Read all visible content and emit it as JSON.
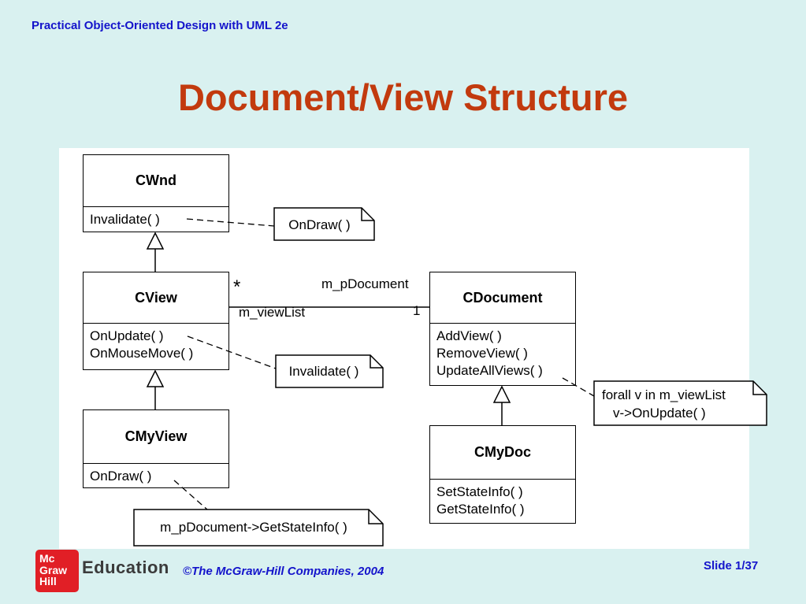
{
  "slide": {
    "header": "Practical Object-Oriented Design with UML 2e",
    "title": "Document/View Structure"
  },
  "diagram": {
    "classes": [
      {
        "name": "CWnd",
        "members": [
          "Invalidate( )"
        ]
      },
      {
        "name": "CView",
        "members": [
          "OnUpdate( )",
          "OnMouseMove( )"
        ]
      },
      {
        "name": "CDocument",
        "members": [
          "AddView( )",
          "RemoveView( )",
          "UpdateAllViews( )"
        ]
      },
      {
        "name": "CMyView",
        "members": [
          "OnDraw( )"
        ]
      },
      {
        "name": "CMyDoc",
        "members": [
          "SetStateInfo( )",
          "GetStateInfo( )"
        ]
      }
    ],
    "notes": {
      "ondraw": "OnDraw( )",
      "invalidate": "Invalidate( )",
      "forall_line1": "forall v in m_viewList",
      "forall_line2": "v->OnUpdate( )",
      "getstateinfo": "m_pDocument->GetStateInfo( )"
    },
    "association": {
      "multiplicity_view": "*",
      "role_view": "m_viewList",
      "role_document": "m_pDocument",
      "multiplicity_document": "1"
    }
  },
  "footer": {
    "logo_lines": [
      "Mc",
      "Graw",
      "Hill"
    ],
    "brand": "Education",
    "copyright": "©The McGraw-Hill Companies, 2004",
    "slide_number": "Slide 1/37"
  },
  "colors": {
    "background": "#D9F1F0",
    "header_blue": "#1414CB",
    "title_orange": "#C23A0E",
    "logo_red": "#E11F26",
    "diagram_ink": "#000000"
  }
}
